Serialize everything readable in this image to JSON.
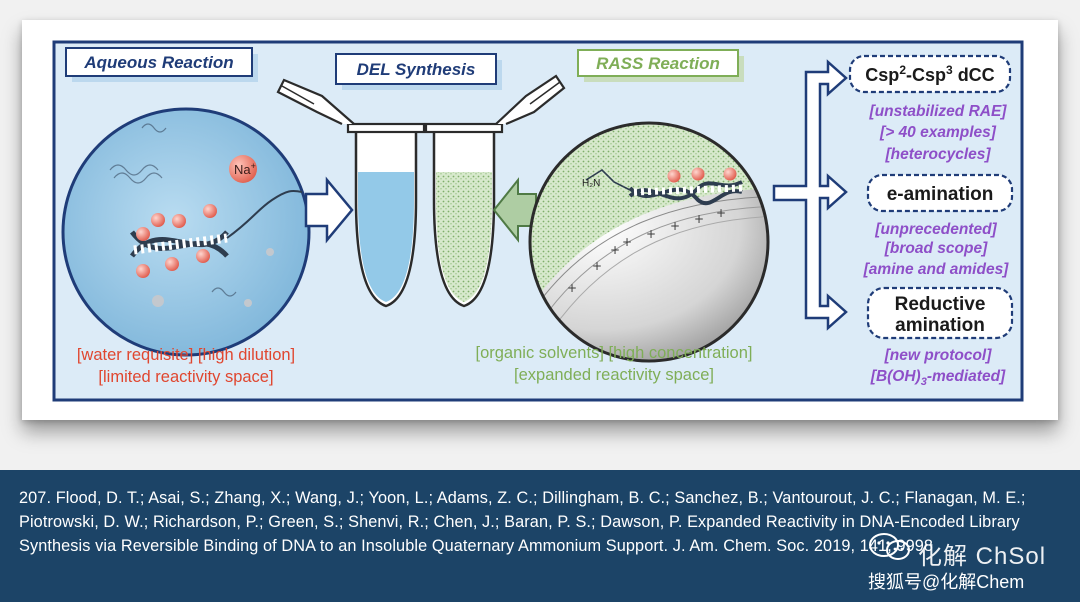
{
  "scheme": {
    "aqueous_title": "Aqueous Reaction",
    "del_title": "DEL Synthesis",
    "rass_title": "RASS Reaction",
    "na_label": "Na",
    "na_charge": "+",
    "amine_label": "H₂N",
    "aqueous_note_1": "[water requisite] [high dilution]",
    "aqueous_note_2": "[limited reactivity space]",
    "rass_note_1": "[organic solvents] [high concentration]",
    "rass_note_2": "[expanded reactivity space]",
    "dcc_csp_a": "Csp",
    "dcc_sup_a": "2",
    "dcc_dash": "-Csp",
    "dcc_sup_b": "3",
    "dcc_tail": " dCC",
    "dcc_detail_1": "[unstabilized RAE]",
    "dcc_detail_2": "[> 40 examples]",
    "dcc_detail_3": "[heterocycles]",
    "eamination_title": "e-amination",
    "eamination_detail_1": "[unprecedented]",
    "eamination_detail_2": "[broad scope]",
    "eamination_detail_3": "[amine and amides]",
    "reductive_title_1": "Reductive",
    "reductive_title_2": "amination",
    "reductive_detail_1": "[new protocol]",
    "reductive_detail_2a": "[B(OH)",
    "reductive_detail_2_sub": "3",
    "reductive_detail_2b": "-mediated]"
  },
  "citation": "207. Flood, D. T.; Asai, S.; Zhang, X.; Wang, J.; Yoon, L.; Adams, Z. C.; Dillingham, B. C.; Sanchez, B.; Vantourout, J. C.; Flanagan, M. E.; Piotrowski, D. W.; Richardson, P.; Green, S.; Shenvi, R.; Chen, J.; Baran, P. S.; Dawson, P. Expanded Reactivity in DNA-Encoded Library Synthesis via Reversible Binding of DNA to an Insoluble Quaternary Ammonium Support. J. Am. Chem. Soc. 2019, 141, 9998",
  "watermark": {
    "name": "化解 ChSol",
    "sohu": "搜狐号@化解Chem"
  },
  "colors": {
    "navy": "#1f3c78",
    "panel": "#dcebf7",
    "aqueous_blue": "#93c9e8",
    "rass_green": "#aecda3",
    "red_text": "#e0462f",
    "green_text": "#7fae57",
    "purple_text": "#8e4fc8",
    "footer_bg": "#1c4467"
  }
}
